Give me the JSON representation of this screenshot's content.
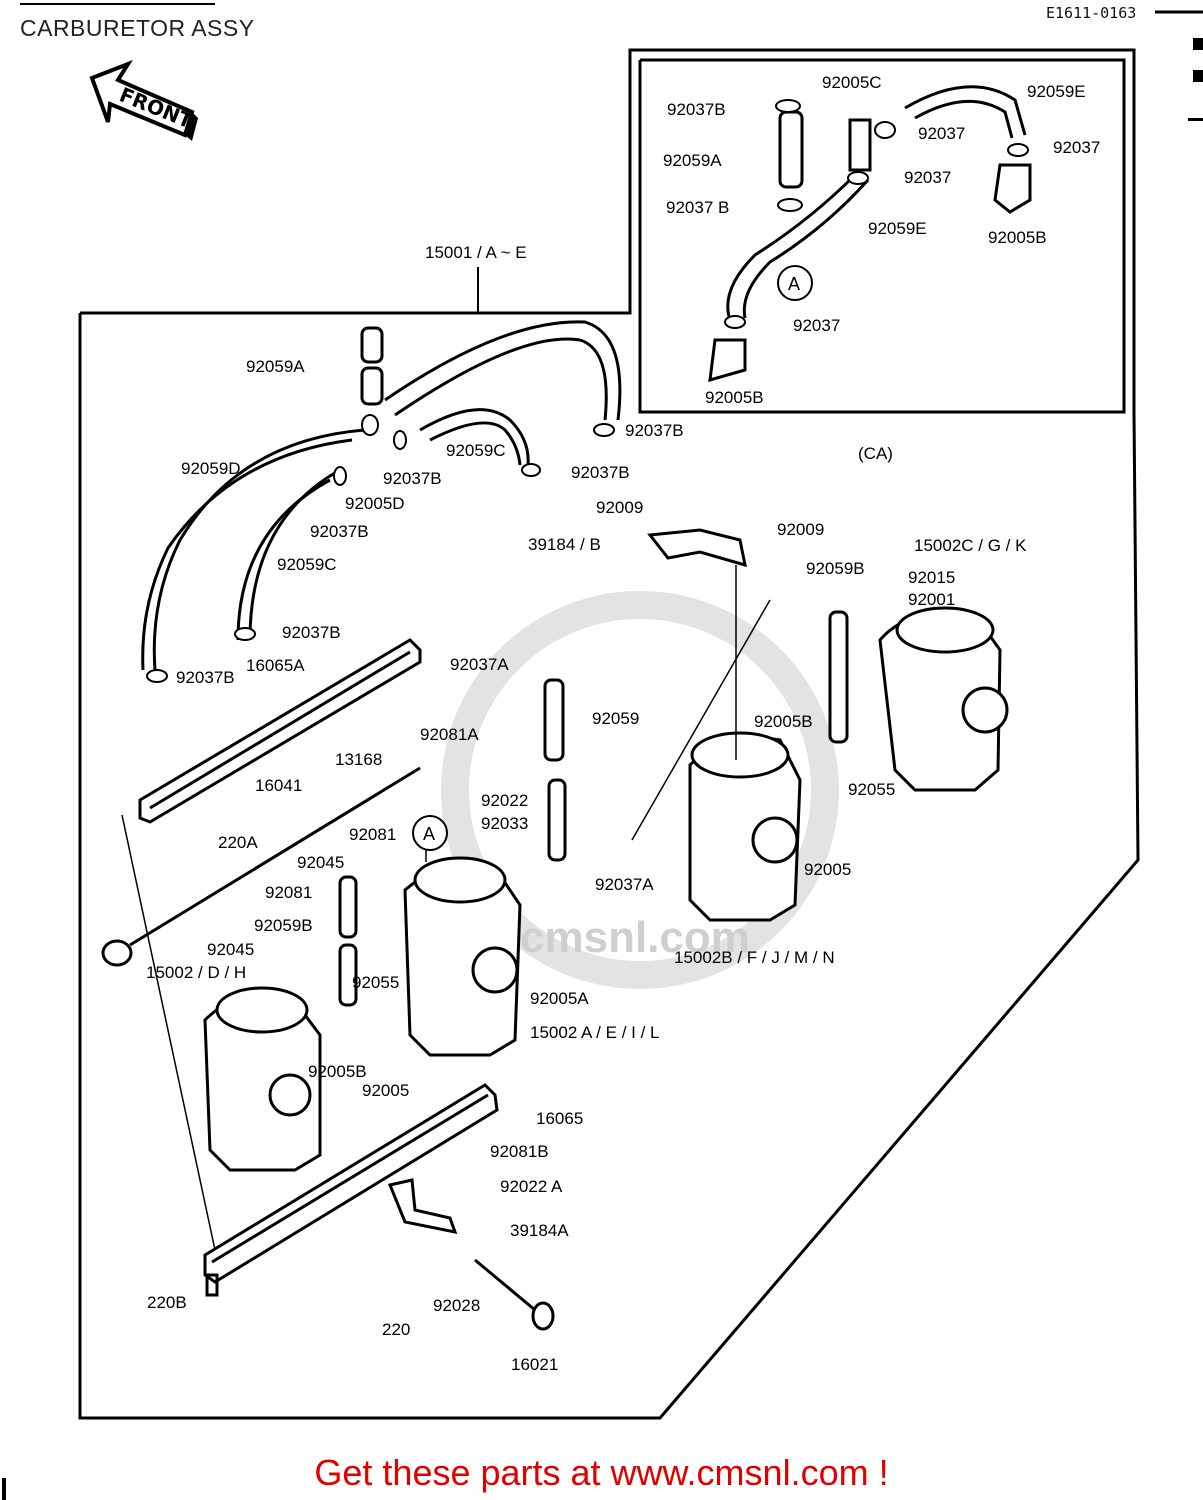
{
  "title": "CARBURETOR ASSY",
  "diagram_code": "E1611-0163",
  "front_label": "FRONT",
  "footer": "Get these parts at www.cmsnl.com !",
  "watermark": "cmsnl.com",
  "callout_a": "A",
  "part_labels": [
    "92005C",
    "92059E",
    "92037B",
    "92037",
    "92059A",
    "92037",
    "92037 B",
    "92037",
    "92059E",
    "92005B",
    "92037",
    "92005B",
    "(CA)",
    "15001 / A ~ E",
    "92059A",
    "92037B",
    "92059C",
    "92037B",
    "92059D",
    "92037B",
    "92005D",
    "92037B",
    "92059C",
    "92009",
    "39184 / B",
    "92009",
    "15002C / G / K",
    "92059B",
    "92015",
    "92001",
    "92037B",
    "92037B",
    "16065A",
    "92037A",
    "92059",
    "92005B",
    "13168",
    "92081A",
    "92022",
    "92033",
    "16041",
    "220A",
    "92081",
    "92045",
    "92055",
    "92005",
    "92081",
    "92037A",
    "92059B",
    "92045",
    "15002B / F / J / M / N",
    "15002 / D / H",
    "92055",
    "92005A",
    "15002 A / E / I / L",
    "92005B",
    "92005",
    "16065",
    "92081B",
    "92022 A",
    "39184A",
    "220B",
    "220",
    "92028",
    "16021"
  ]
}
